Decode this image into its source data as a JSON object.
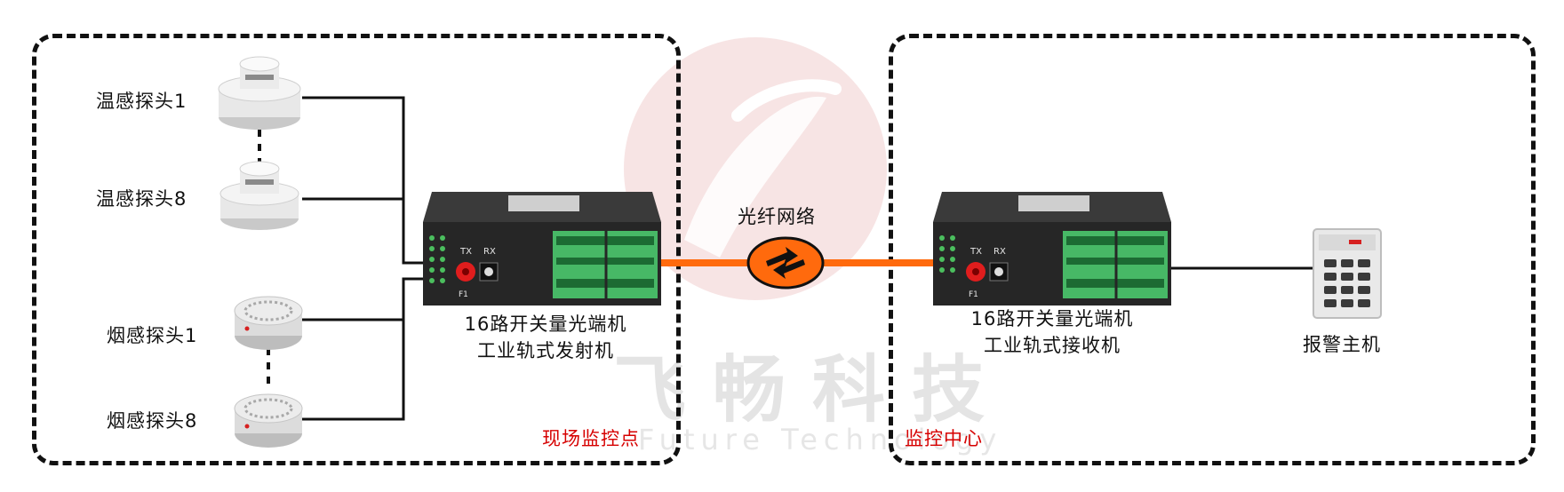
{
  "sensors": {
    "temp_1": "温感探头1",
    "temp_8": "温感探头8",
    "smoke_1": "烟感探头1",
    "smoke_8": "烟感探头8"
  },
  "transmitter": {
    "line1": "16路开关量光端机",
    "line2": "工业轨式发射机",
    "port_tx": "TX",
    "port_rx": "RX",
    "port_f1": "F1"
  },
  "receiver": {
    "line1": "16路开关量光端机",
    "line2": "工业轨式接收机",
    "port_tx": "TX",
    "port_rx": "RX",
    "port_f1": "F1"
  },
  "network": {
    "label": "光纤网络"
  },
  "alarm_host": {
    "label": "报警主机"
  },
  "zones": {
    "field": "现场监控点",
    "monitor": "监控中心"
  },
  "watermark": {
    "cn": "飞畅科技",
    "en": "Future Technology"
  },
  "colors": {
    "fiber": "#ff6a0d",
    "zone_label": "#d60000",
    "device_body": "#262626",
    "terminal": "#4cc06d"
  }
}
